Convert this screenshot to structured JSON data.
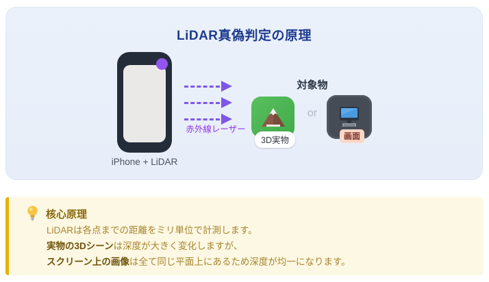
{
  "colors": {
    "panel_bg": "#e9eff9",
    "title_color": "#1d3b8e",
    "laser_arrow": "#7e57e6",
    "laser_label": "#9333ea",
    "real_object_card": "#4cb454",
    "screen_card": "#464c55",
    "lidar_dot": "#9155ef",
    "callout_bg": "#fdf8e3",
    "callout_accent": "#e7b10a",
    "callout_text": "#a6862f"
  },
  "diagram": {
    "title": "LiDAR真偽判定の原理",
    "phone_label": "iPhone + LiDAR",
    "laser_label": "赤外線レーザー",
    "target_header": "対象物",
    "real_object_label": "3D実物",
    "or_label": "or",
    "screen_label": "画面"
  },
  "callout": {
    "icon": "lightbulb-icon",
    "title": "核心原理",
    "line1": "LiDARは各点までの距離をミリ単位で計測します。",
    "line2_bold": "実物の3Dシーン",
    "line2_rest": "は深度が大きく変化しますが、",
    "line3_bold": "スクリーン上の画像",
    "line3_rest": "は全て同じ平面上にあるため深度が均一になります。"
  }
}
